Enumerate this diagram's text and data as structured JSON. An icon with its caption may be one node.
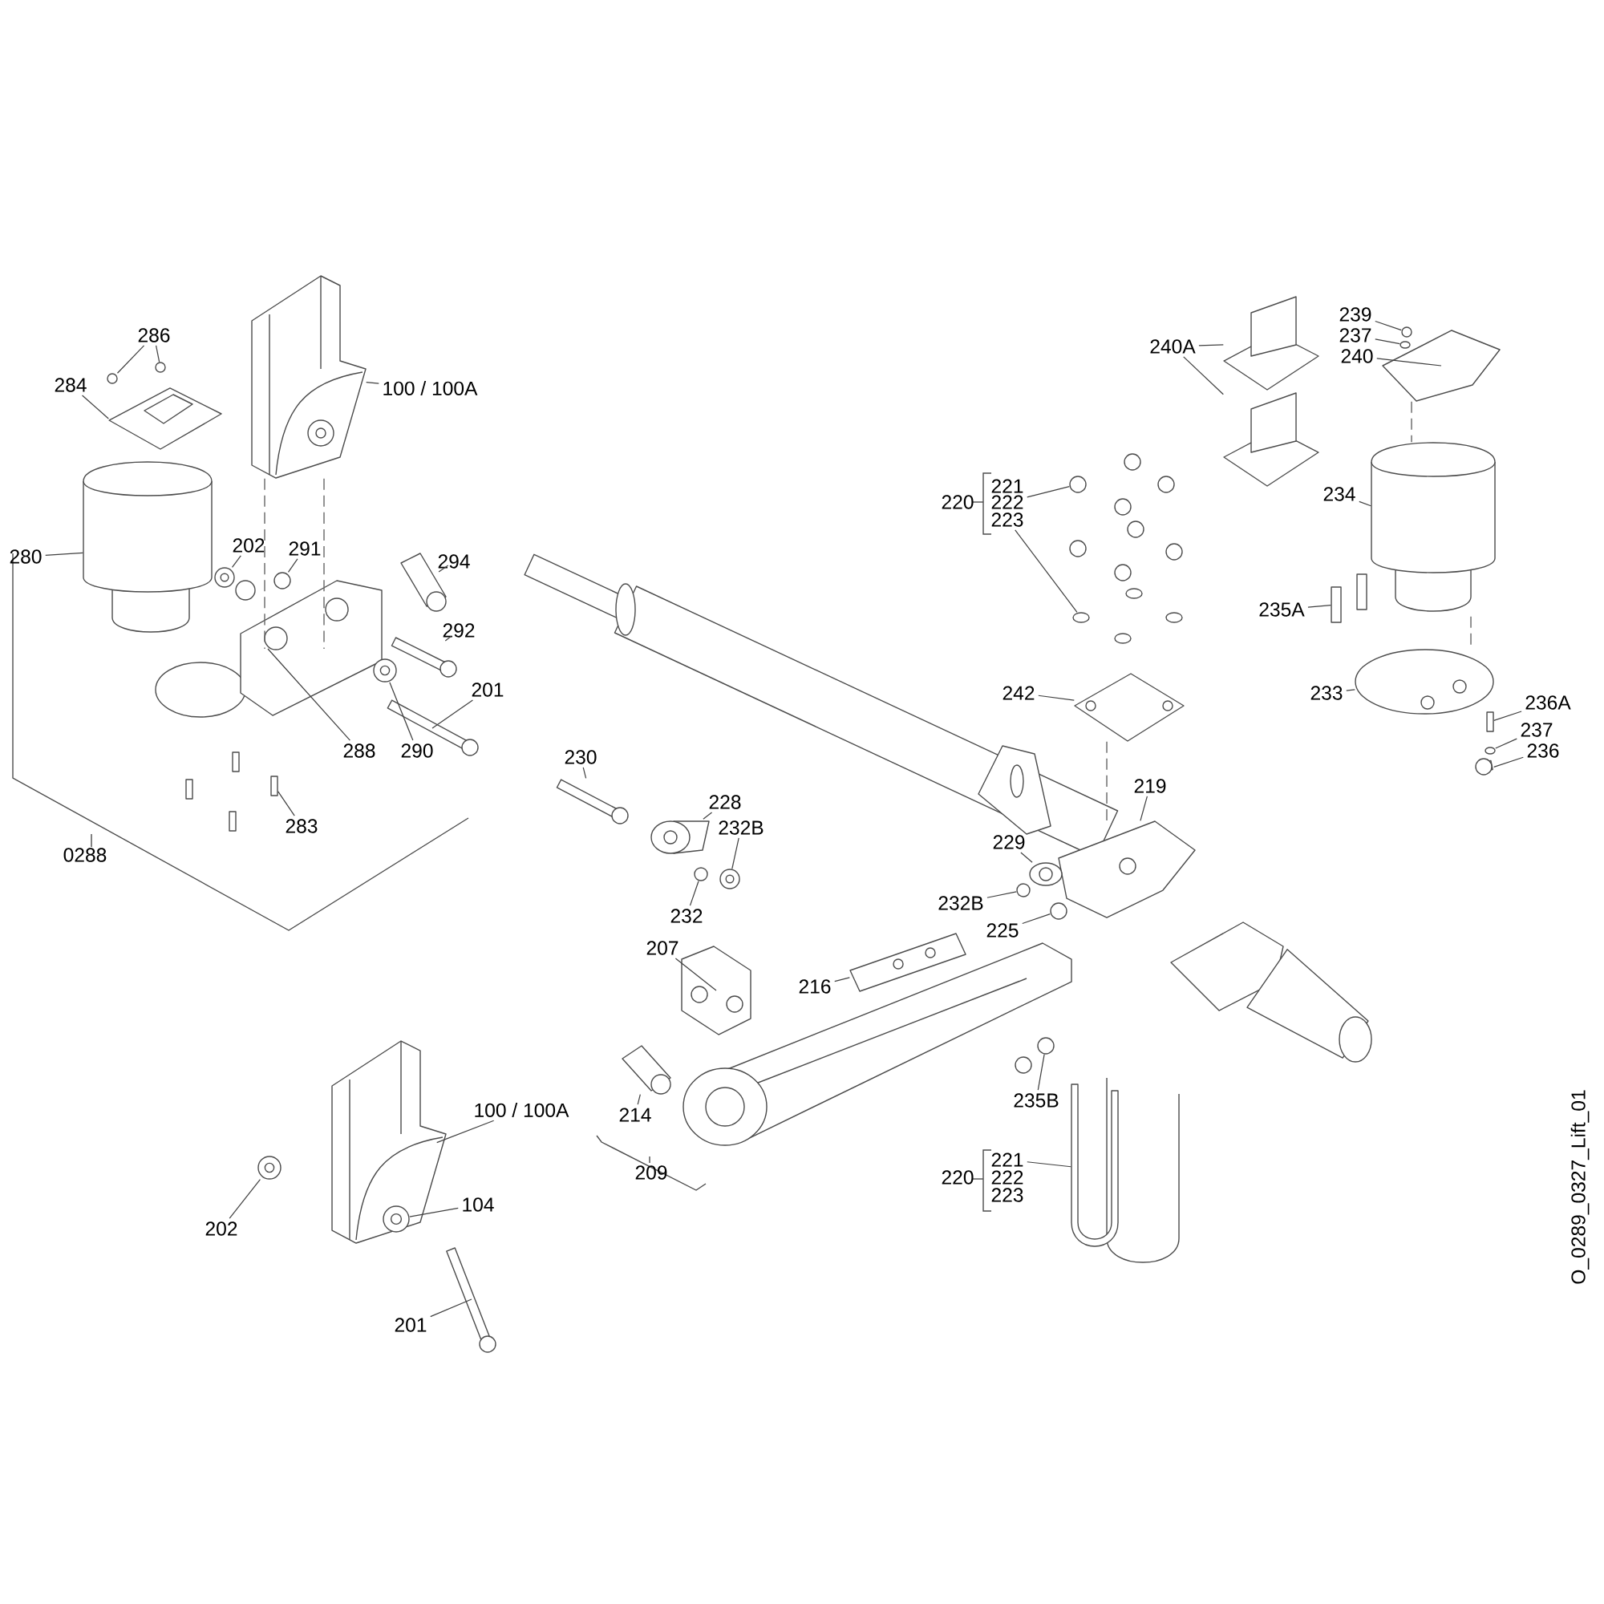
{
  "diagram": {
    "nodes": [
      {
        "text": [
          "286"
        ]
      },
      {
        "text": [
          "100 / 100A"
        ]
      },
      {
        "text": [
          "284"
        ]
      },
      {
        "text": [
          "280"
        ]
      },
      {
        "text": [
          "202"
        ]
      },
      {
        "text": [
          "291"
        ]
      },
      {
        "text": [
          "294"
        ]
      },
      {
        "text": [
          "292"
        ]
      },
      {
        "text": [
          "201"
        ]
      },
      {
        "text": [
          "288"
        ]
      },
      {
        "text": [
          "290"
        ]
      },
      {
        "text": [
          "283"
        ]
      },
      {
        "text": [
          "239"
        ]
      },
      {
        "text": [
          "237"
        ]
      },
      {
        "text": [
          "240A"
        ]
      },
      {
        "text": [
          "240"
        ]
      },
      {
        "text": [
          "222"
        ]
      },
      {
        "text": [
          "223"
        ]
      },
      {
        "text": [
          "234"
        ]
      },
      {
        "text": [
          "235A"
        ]
      },
      {
        "text": [
          "233"
        ]
      },
      {
        "text": [
          "242"
        ]
      },
      {
        "text": [
          "236A"
        ]
      },
      {
        "text": [
          "237"
        ]
      },
      {
        "text": [
          "236"
        ]
      },
      {
        "text": [
          "230"
        ]
      },
      {
        "text": [
          "219"
        ]
      },
      {
        "text": [
          "228"
        ]
      },
      {
        "text": [
          "232B"
        ]
      },
      {
        "text": [
          "229"
        ]
      },
      {
        "text": [
          "232B"
        ]
      },
      {
        "text": [
          "232"
        ]
      },
      {
        "text": [
          "225"
        ]
      },
      {
        "text": [
          "207"
        ]
      },
      {
        "text": [
          "216"
        ]
      },
      {
        "text": [
          "235B"
        ]
      },
      {
        "text": [
          "100 / 100A"
        ]
      },
      {
        "text": [
          "214"
        ]
      },
      {
        "text": [
          "221"
        ]
      },
      {
        "text": [
          "104"
        ]
      },
      {
        "text": [
          "202"
        ]
      },
      {
        "text": [
          "201"
        ]
      },
      {
        "text": [],
        "shape": "circle"
      },
      {
        "text": [],
        "shape": "circle"
      },
      {
        "text": [],
        "shape": "picture"
      },
      {
        "text": [],
        "shape": "picture"
      },
      {
        "text": [],
        "shape": "picture"
      },
      {
        "text": [],
        "shape": "circle"
      },
      {
        "text": [],
        "shape": "circle"
      },
      {
        "text": [],
        "shape": "picture"
      },
      {
        "text": [],
        "shape": "bar"
      },
      {
        "text": [],
        "shape": "bar"
      },
      {
        "text": [],
        "shape": "picture"
      },
      {
        "text": [],
        "shape": "circle"
      },
      {
        "text": [],
        "shape": "bar"
      },
      {
        "text": [],
        "shape": "circle"
      },
      {
        "text": [],
        "shape": "circle"
      },
      {
        "text": [],
        "shape": "picture"
      },
      {
        "text": [],
        "shape": "picture"
      },
      {
        "text": [],
        "shape": "picture"
      },
      {
        "text": [],
        "shape": "circle"
      },
      {
        "text": [],
        "shape": "circle"
      },
      {
        "text": [],
        "shape": "picture"
      },
      {
        "text": [],
        "shape": "bar"
      },
      {
        "text": [],
        "shape": "picture"
      },
      {
        "text": [],
        "shape": "picture"
      },
      {
        "text": [],
        "shape": "bar"
      },
      {
        "text": [],
        "shape": "circle"
      },
      {
        "text": [],
        "shape": "bar"
      },
      {
        "text": [],
        "shape": "bar"
      },
      {
        "text": [],
        "shape": "picture"
      },
      {
        "text": [],
        "shape": "picture"
      },
      {
        "text": [],
        "shape": "circle"
      },
      {
        "text": [],
        "shape": "circle"
      },
      {
        "text": [],
        "shape": "circle"
      },
      {
        "text": [],
        "shape": "circle"
      },
      {
        "text": [],
        "shape": "circle"
      },
      {
        "text": [],
        "shape": "picture"
      },
      {
        "text": [],
        "shape": "picture"
      },
      {
        "text": [],
        "shape": "circle"
      },
      {
        "text": [],
        "shape": "picture"
      },
      {
        "text": [],
        "shape": "picture"
      },
      {
        "text": [],
        "shape": "picture"
      },
      {
        "text": [],
        "shape": "circle",
        "in": 80
      },
      {
        "text": [],
        "shape": "circle"
      },
      {
        "text": [],
        "shape": "bar"
      }
    ],
    "edges": [
      {
        "from": 0,
        "to": 42,
        "arrow": "none"
      },
      {
        "from": 0,
        "to": 43,
        "arrow": "none"
      },
      {
        "from": 1,
        "to": 44,
        "arrow": "none"
      },
      {
        "from": 2,
        "to": 45,
        "arrow": "none"
      },
      {
        "from": 3,
        "to": 46,
        "arrow": "none"
      },
      {
        "from": 4,
        "to": 47,
        "arrow": "none"
      },
      {
        "from": 5,
        "to": 48,
        "arrow": "none"
      },
      {
        "from": 6,
        "to": 49,
        "arrow": "none"
      },
      {
        "from": 7,
        "to": 50,
        "arrow": "none"
      },
      {
        "from": 8,
        "to": 51,
        "arrow": "none"
      },
      {
        "from": 9,
        "to": 52,
        "arrow": "none"
      },
      {
        "from": 10,
        "to": 53,
        "arrow": "none"
      },
      {
        "from": 11,
        "to": 54,
        "arrow": "none"
      },
      {
        "from": 12,
        "to": 55,
        "arrow": "none"
      },
      {
        "from": 13,
        "to": 56,
        "arrow": "none"
      },
      {
        "from": 14,
        "to": 57,
        "arrow": "none"
      },
      {
        "from": 14,
        "to": 58,
        "arrow": "none"
      },
      {
        "from": 15,
        "to": 59,
        "arrow": "none"
      },
      {
        "from": 16,
        "to": 60,
        "arrow": "none"
      },
      {
        "from": 17,
        "to": 61,
        "arrow": "none"
      },
      {
        "from": 18,
        "to": 62,
        "arrow": "none"
      },
      {
        "from": 19,
        "to": 63,
        "arrow": "none"
      },
      {
        "from": 20,
        "to": 64,
        "arrow": "none"
      },
      {
        "from": 21,
        "to": 65,
        "arrow": "none"
      },
      {
        "from": 22,
        "to": 66,
        "arrow": "none"
      },
      {
        "from": 23,
        "to": 67,
        "arrow": "none"
      },
      {
        "from": 24,
        "to": 68,
        "arrow": "none"
      },
      {
        "from": 25,
        "to": 69,
        "arrow": "none"
      },
      {
        "from": 26,
        "to": 70,
        "arrow": "none"
      },
      {
        "from": 27,
        "to": 71,
        "arrow": "none"
      },
      {
        "from": 28,
        "to": 72,
        "arrow": "none"
      },
      {
        "from": 29,
        "to": 73,
        "arrow": "none"
      },
      {
        "from": 30,
        "to": 74,
        "arrow": "none"
      },
      {
        "from": 31,
        "to": 75,
        "arrow": "none"
      },
      {
        "from": 32,
        "to": 76,
        "arrow": "none"
      },
      {
        "from": 33,
        "to": 77,
        "arrow": "none"
      },
      {
        "from": 34,
        "to": 78,
        "arrow": "none"
      },
      {
        "from": 35,
        "to": 79,
        "arrow": "none"
      },
      {
        "from": 36,
        "to": 80,
        "arrow": "none"
      },
      {
        "from": 37,
        "to": 81,
        "arrow": "none"
      },
      {
        "from": 38,
        "to": 82,
        "arrow": "none"
      },
      {
        "from": 39,
        "to": 83,
        "arrow": "none"
      },
      {
        "from": 40,
        "to": 84,
        "arrow": "none"
      },
      {
        "from": 41,
        "to": 85,
        "arrow": "none"
      },
      {
        "from": 44,
        "to": 52,
        "arrow": "none",
        "style": "dashed"
      },
      {
        "from": 44,
        "to": 52,
        "arrow": "none",
        "style": "dashed"
      },
      {
        "from": 59,
        "to": 62,
        "arrow": "none",
        "style": "dashed"
      },
      {
        "from": 62,
        "to": 64,
        "arrow": "none",
        "style": "dashed"
      },
      {
        "from": 65,
        "to": 70,
        "arrow": "none",
        "style": "dashed"
      }
    ],
    "labels": [
      "221",
      "220",
      "0288",
      "209",
      "220",
      "222",
      "223",
      "O_0289_0327_Lift_01"
    ]
  }
}
